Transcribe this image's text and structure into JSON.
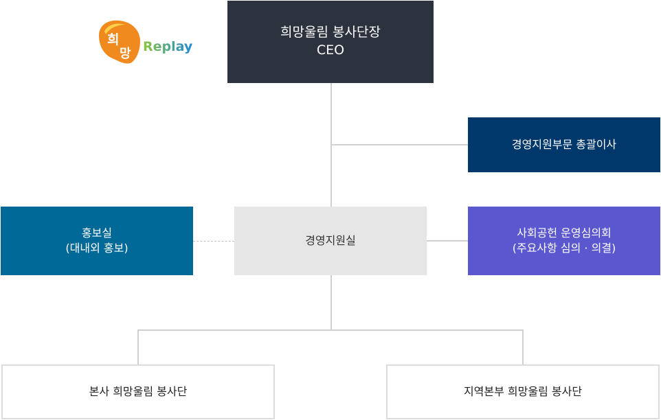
{
  "logo": {
    "badge_chars": [
      "희",
      "망"
    ],
    "wordmark": "Replay",
    "colors": {
      "badge": "#f18a1e",
      "wordmark_start": "#8cc63f",
      "wordmark_end": "#1e88d8"
    }
  },
  "org": {
    "ceo": {
      "line1": "희망울림 봉사단장",
      "line2": "CEO"
    },
    "executive": {
      "line1": "경영지원부문 총괄이사"
    },
    "pr": {
      "line1": "홍보실",
      "line2": "(대내외 홍보)"
    },
    "management": {
      "line1": "경영지원실"
    },
    "council": {
      "line1": "사회공헌 운영심의회",
      "line2": "(주요사항 심의 · 의결)"
    },
    "hq_team": {
      "line1": "본사 희망울림 봉사단"
    },
    "regional_team": {
      "line1": "지역본부 희망울림 봉사단"
    }
  },
  "colors": {
    "ceo_bg": "#2c333f",
    "executive_bg": "#00386c",
    "pr_bg": "#006997",
    "management_bg": "#e6e6e6",
    "council_bg": "#5a57cf",
    "connector": "#d0d0d0"
  }
}
